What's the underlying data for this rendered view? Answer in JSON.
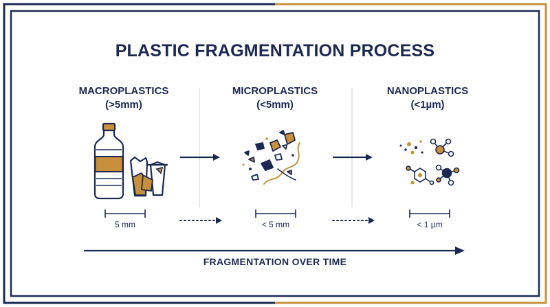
{
  "title": "PLASTIC FRAGMENTATION PROCESS",
  "stages": [
    {
      "name": "MACROPLASTICS",
      "size": "(>5mm)",
      "scale_label": "5 mm"
    },
    {
      "name": "MICROPLASTICS",
      "size": "(<5mm)",
      "scale_label": "< 5 mm"
    },
    {
      "name": "NANOPLASTICS",
      "size": "(<1µm)",
      "scale_label": "< 1 µm"
    }
  ],
  "timeline_label": "FRAGMENTATION OVER TIME",
  "colors": {
    "navy": "#1b2851",
    "gold": "#c8903a",
    "divider": "#d9d9d9"
  },
  "icons": {
    "macro": "plastic-bottle-and-cup-icon",
    "micro": "plastic-fragments-icon",
    "nano": "molecule-icon"
  }
}
